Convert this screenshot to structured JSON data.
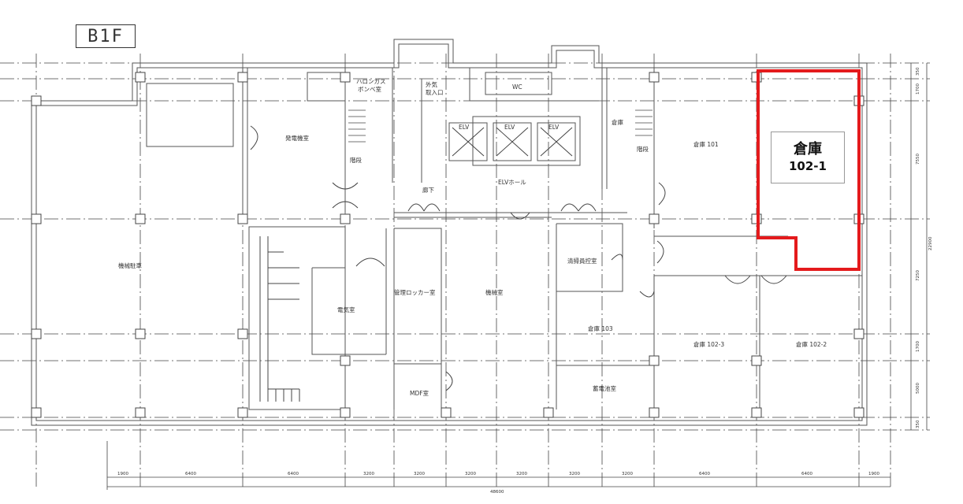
{
  "floor_label": "B1F",
  "highlight": {
    "title": "倉庫",
    "number": "102-1",
    "color": "#e41a1c"
  },
  "rooms": {
    "parking": "機械駐車",
    "generator": "発電機室",
    "halon": "ハロンガス\nボンベ室",
    "air_intake": "外気\n取入口",
    "wc": "WC",
    "stair_w": "階段",
    "storage_small": "倉庫",
    "stair_e": "階段",
    "elv1": "ELV",
    "elv2": "ELV",
    "elv3": "ELV",
    "elv_hall": "ELVホール",
    "corridor": "廊下",
    "storage_101": "倉庫 101",
    "electrical": "電気室",
    "locker": "管理ロッカー室",
    "machine": "機械室",
    "cleaner": "清掃員控室",
    "storage_103": "倉庫 103",
    "storage_102_3": "倉庫 102-3",
    "storage_102_2": "倉庫 102-2",
    "mdf": "MDF室",
    "battery": "蓄電池室"
  },
  "dimensions": {
    "bottom": [
      "1900",
      "6400",
      "6400",
      "3200",
      "3200",
      "3200",
      "3200",
      "3200",
      "3200",
      "6400",
      "6400",
      "1900"
    ],
    "total": "48600",
    "right": [
      "350",
      "1700",
      "7550",
      "7250",
      "1700",
      "5000",
      "350"
    ],
    "right_total": "22900"
  }
}
